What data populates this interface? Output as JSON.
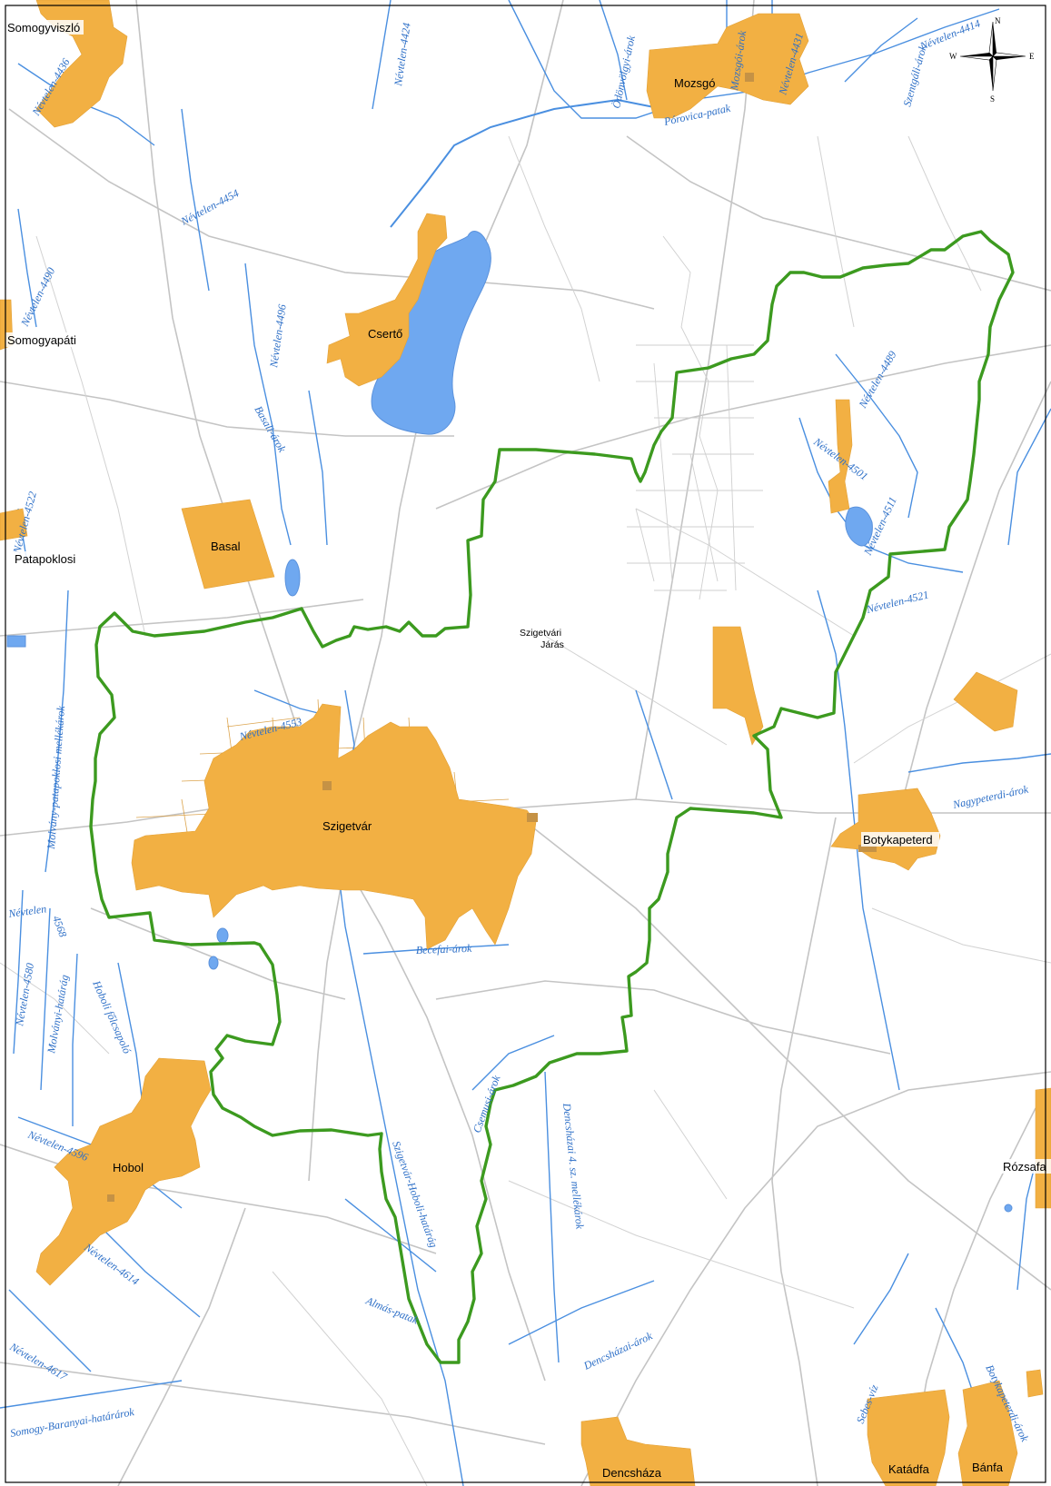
{
  "map": {
    "settlements": [
      {
        "id": "somogyviszlo",
        "name": "Somogyviszló"
      },
      {
        "id": "somogyapati",
        "name": "Somogyapáti"
      },
      {
        "id": "patapoklosi",
        "name": "Patapoklosi"
      },
      {
        "id": "mozsgo",
        "name": "Mozsgó"
      },
      {
        "id": "cserto",
        "name": "Csertő"
      },
      {
        "id": "basal",
        "name": "Basal"
      },
      {
        "id": "szigetvar",
        "name": "Szigetvár"
      },
      {
        "id": "botykapeterd",
        "name": "Botykapeterd"
      },
      {
        "id": "hobol",
        "name": "Hobol"
      },
      {
        "id": "rozsafa",
        "name": "Rózsafa"
      },
      {
        "id": "katadfa",
        "name": "Katádfa"
      },
      {
        "id": "banfa",
        "name": "Bánfa"
      },
      {
        "id": "dencshaza",
        "name": "Dencsháza"
      }
    ],
    "district": {
      "line1": "Szigetvári",
      "line2": "Járás"
    },
    "waterways": [
      "Névtelen-4436",
      "Névtelen-4424",
      "Ödönvölgyi-árok",
      "Mozsgói-árok",
      "Névtelen-4431",
      "Pórovica-patak",
      "Névtelen-4414",
      "Szentgáli-árok",
      "Névtelen-4454",
      "Névtelen-4490",
      "Névtelen-4496",
      "Basali-árok",
      "Névtelen-4489",
      "Névtelen-4501",
      "Névtelen-4511",
      "Névtelen-4521",
      "Névtelen-4522",
      "Molvány-patapoklosi mellékárok",
      "Névtelen-4553",
      "Nagypeterdi-árok",
      "Névtelen",
      "4568",
      "Névtelen-4580",
      "Molványi-határág",
      "Hoboli főlcsapoló",
      "Becefai-árok",
      "Csemusi-árok",
      "Névtelen-4596",
      "Dencsházai 4. sz. mellékárok",
      "Szigetvár-Hoboli-határág",
      "Névtelen-4614",
      "Almás-patak",
      "Dencsházai-árok",
      "Névtelen-4617",
      "Somogy-Baranyai-határárok",
      "Sebes-víz",
      "Botykapeterdi-árok"
    ],
    "compass": {
      "n": "N",
      "s": "S",
      "e": "E",
      "w": "W"
    },
    "colors": {
      "settlement": "#f2b043",
      "water": "#6fa8f0",
      "boundary": "#3c9a1f",
      "road": "#c4c4c4"
    }
  }
}
